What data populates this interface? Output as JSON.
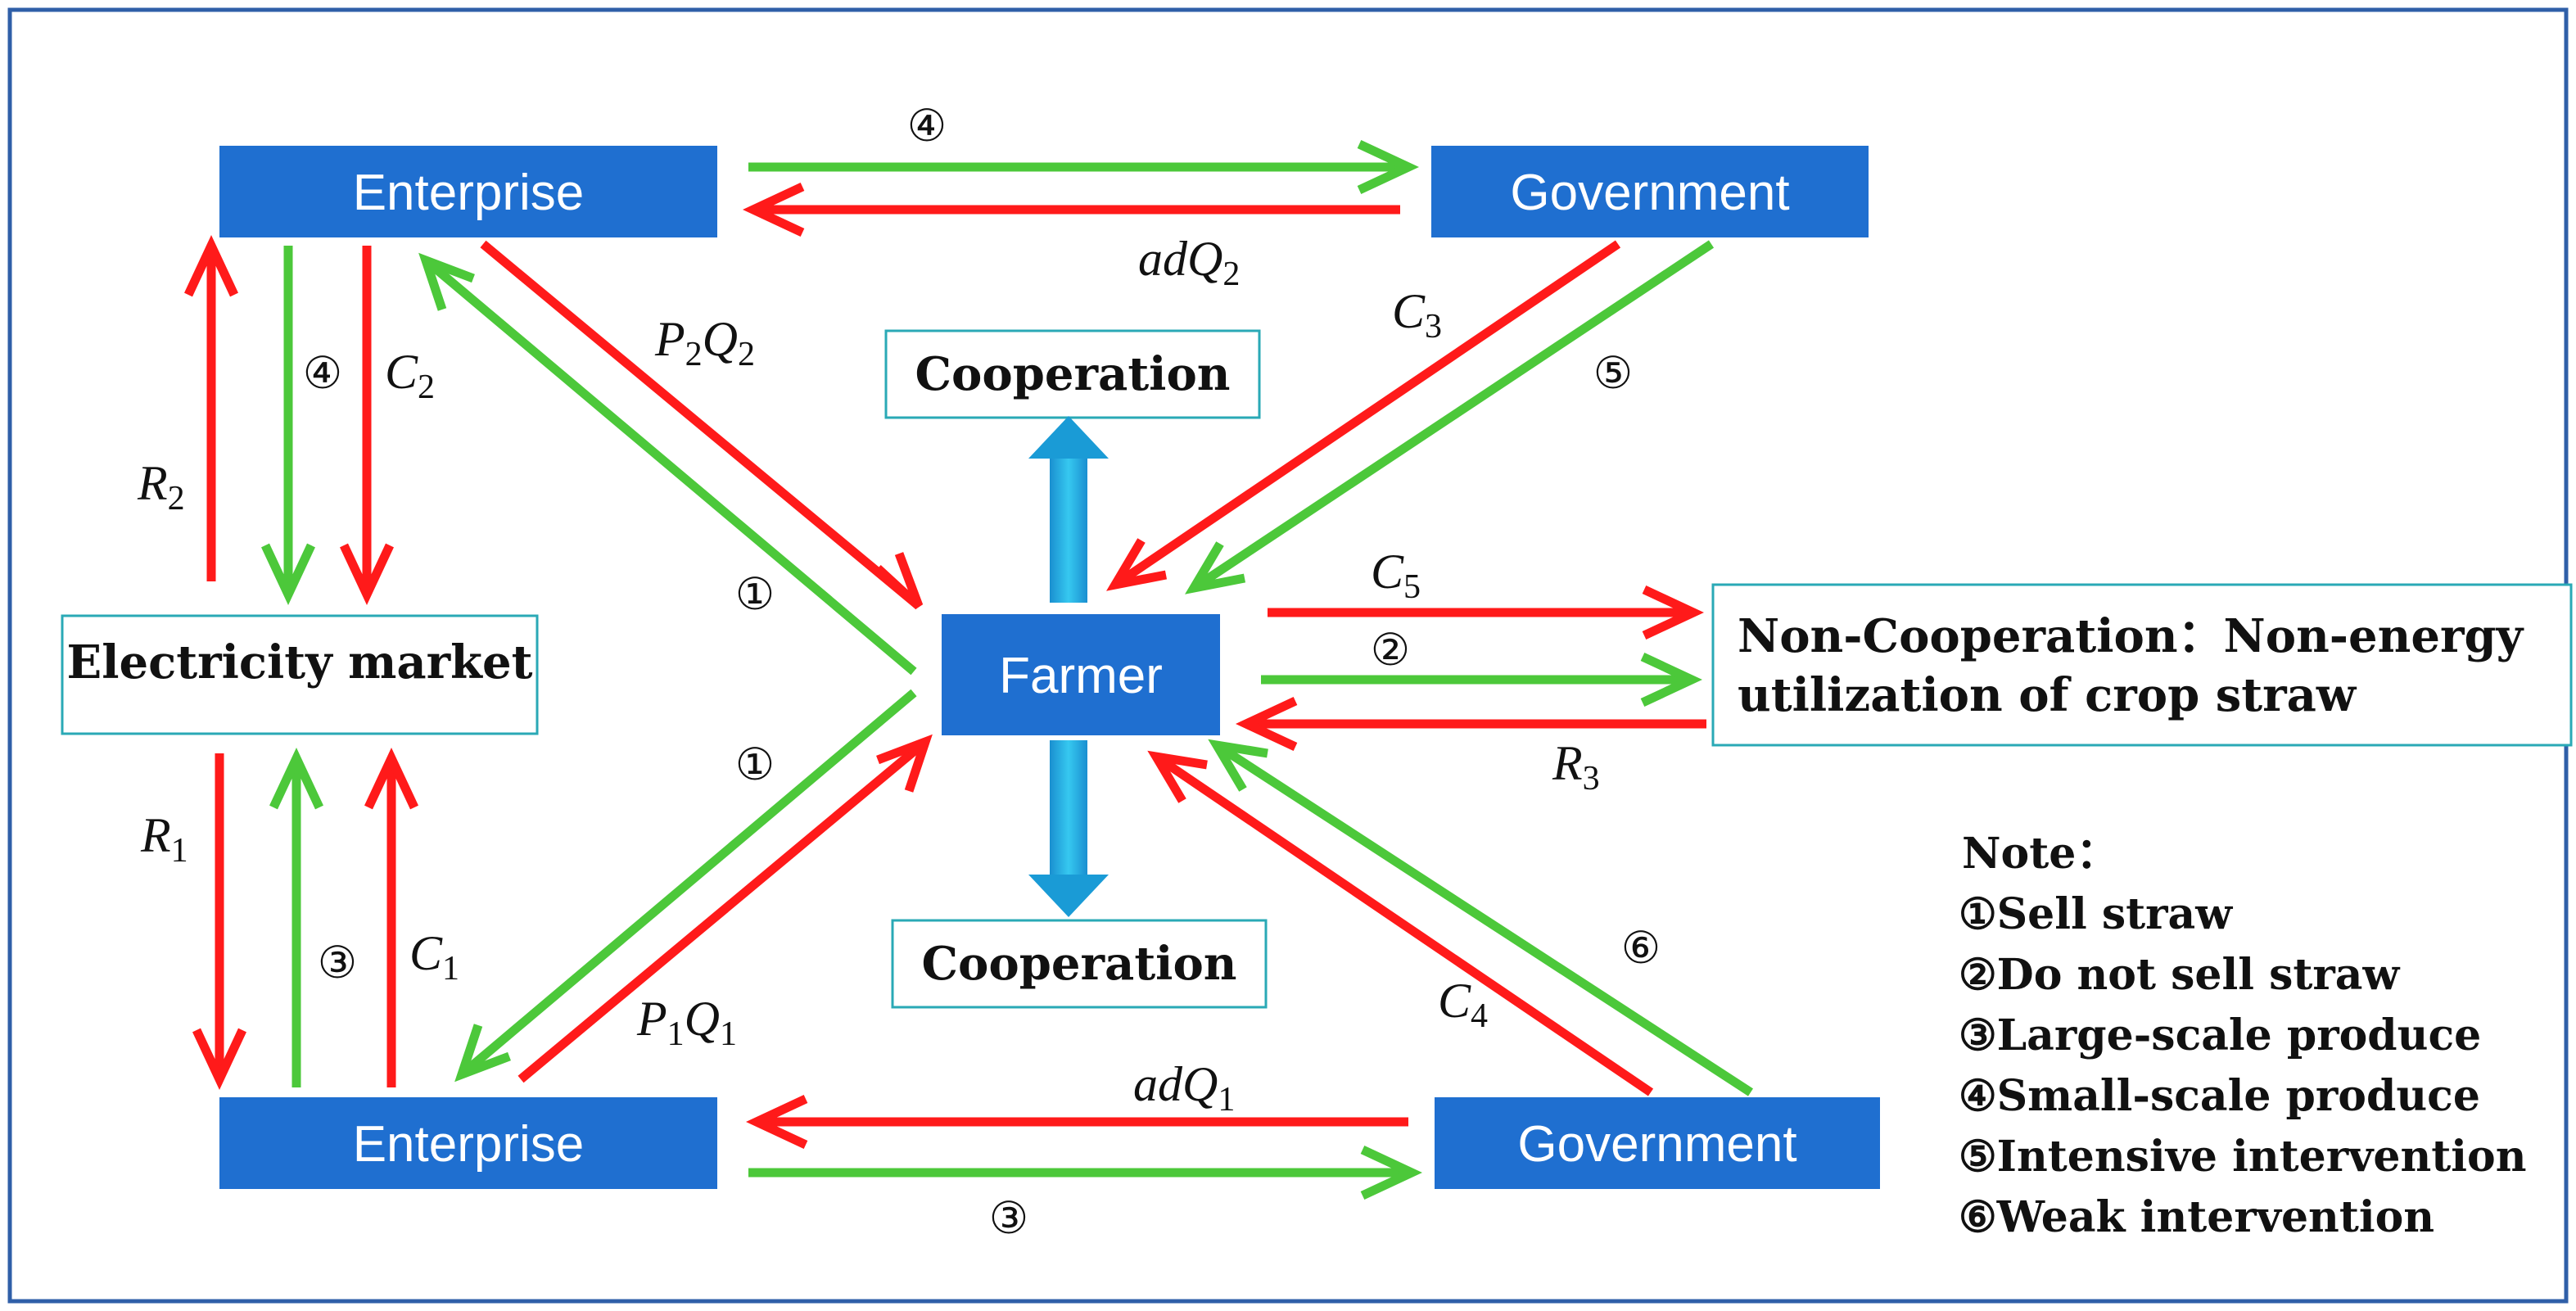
{
  "nodes": {
    "enterprise_top": "Enterprise",
    "government_top": "Government",
    "farmer": "Farmer",
    "enterprise_bottom": "Enterprise",
    "government_bottom": "Government",
    "electricity_market": "Electricity market",
    "cooperation_top": "Cooperation",
    "cooperation_bottom": "Cooperation",
    "non_cooperation_line1": "Non-Cooperation：Non-energy",
    "non_cooperation_line2": "utilization of crop straw"
  },
  "labels": {
    "top_circle_4": "④",
    "adQ2_base": "adQ",
    "adQ2_sub": "2",
    "P2Q2_P": "P",
    "P2Q2_sub1": "2",
    "P2Q2_Q": "Q",
    "P2Q2_sub2": "2",
    "C3_base": "C",
    "C3_sub": "3",
    "circle_5": "⑤",
    "left_circle_4": "④",
    "C2_base": "C",
    "C2_sub": "2",
    "R2_base": "R",
    "R2_sub": "2",
    "circle_1_upper": "①",
    "circle_1_lower": "①",
    "C5_base": "C",
    "C5_sub": "5",
    "circle_2": "②",
    "R3_base": "R",
    "R3_sub": "3",
    "R1_base": "R",
    "R1_sub": "1",
    "left_circle_3": "③",
    "C1_base": "C",
    "C1_sub": "1",
    "P1Q1_P": "P",
    "P1Q1_sub1": "1",
    "P1Q1_Q": "Q",
    "P1Q1_sub2": "1",
    "circle_6": "⑥",
    "C4_base": "C",
    "C4_sub": "4",
    "adQ1_base": "adQ",
    "adQ1_sub": "1",
    "bottom_circle_3": "③"
  },
  "note": {
    "title": "Note：",
    "items": [
      "①Sell straw",
      "②Do not sell straw",
      "③Large-scale produce",
      "④Small-scale produce",
      "⑤Intensive intervention",
      "⑥Weak intervention"
    ]
  },
  "colors": {
    "red_arrow": "#ff1a1a",
    "green_arrow": "#4cc83a",
    "node_blue": "#1f6fd0",
    "cooperation_arrow": "#1aa3d9"
  }
}
